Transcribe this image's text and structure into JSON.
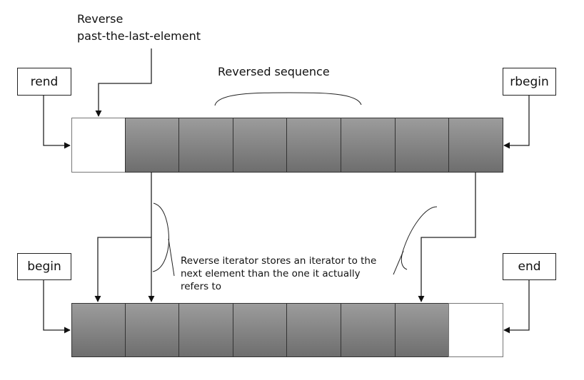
{
  "title_note": {
    "line1": "Reverse",
    "line2": "past-the-last-element"
  },
  "sequence_label": "Reversed  sequence",
  "iterators": {
    "rend": "rend",
    "rbegin": "rbegin",
    "begin": "begin",
    "end": "end"
  },
  "explanation": {
    "line1": "Reverse iterator stores an iterator to the",
    "line2": "next element than  the one it actually",
    "line3": "refers to"
  },
  "top_array": {
    "cells": [
      "empty",
      "element",
      "element",
      "element",
      "element",
      "element",
      "element",
      "element"
    ]
  },
  "bottom_array": {
    "cells": [
      "element",
      "element",
      "element",
      "element",
      "element",
      "element",
      "element",
      "empty"
    ]
  },
  "colors": {
    "element_fill_top": "#9c9c9c",
    "element_fill_bottom": "#6e6e6e",
    "empty_fill": "#ffffff",
    "line": "#222222"
  }
}
